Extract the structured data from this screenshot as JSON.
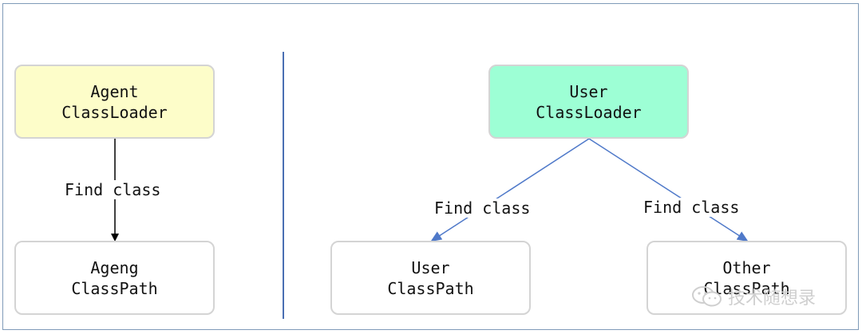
{
  "left": {
    "source_box": {
      "line1": "Agent",
      "line2": "ClassLoader"
    },
    "target_box": {
      "line1": "Ageng",
      "line2": "ClassPath"
    },
    "edge_label": "Find class"
  },
  "right": {
    "source_box": {
      "line1": "User",
      "line2": "ClassLoader"
    },
    "target_left_box": {
      "line1": "User",
      "line2": "ClassPath"
    },
    "target_right_box": {
      "line1": "Other",
      "line2": "ClassPath"
    },
    "edge_label_left": "Find class",
    "edge_label_right": "Find class"
  },
  "watermark": {
    "text": "技术随想录",
    "icon": "wechat-icon"
  },
  "colors": {
    "agent_box_fill": "#fdfdc9",
    "user_box_fill": "#9dffd5",
    "divider": "#4a6fb3",
    "right_edges": "#4f79c9",
    "left_edge": "#000000"
  }
}
